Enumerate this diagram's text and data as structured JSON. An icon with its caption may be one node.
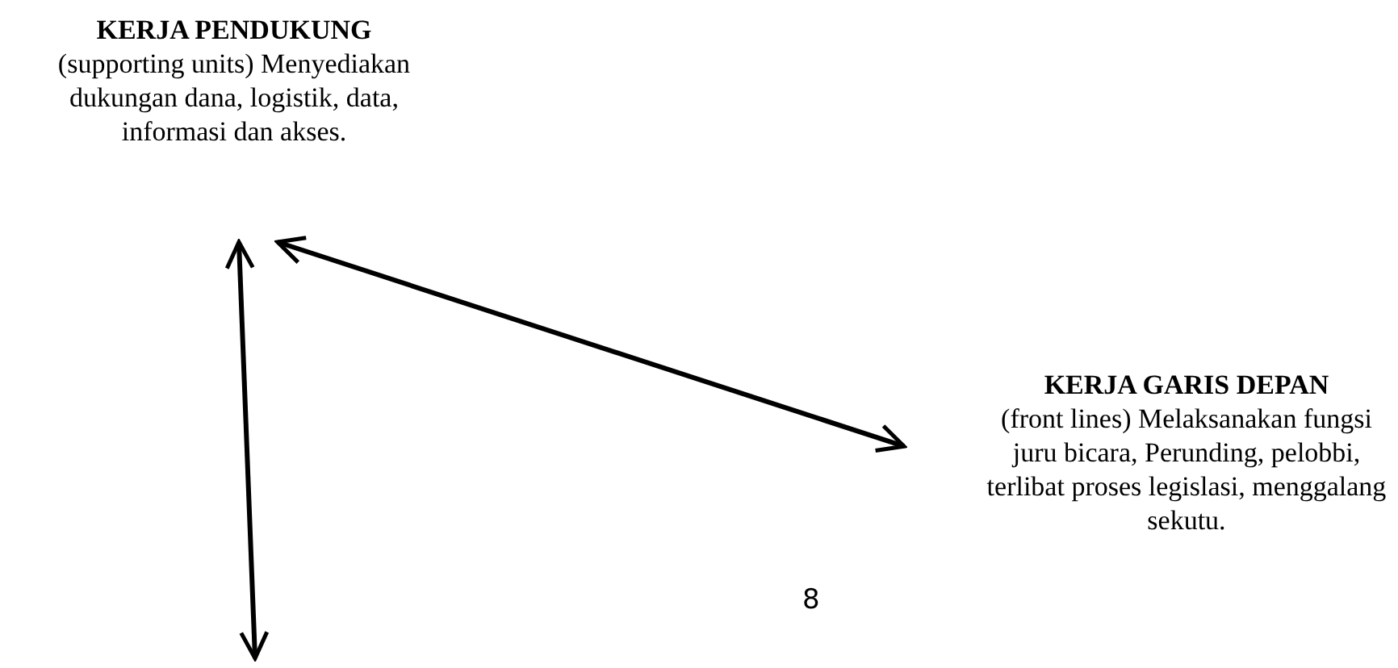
{
  "diagram": {
    "nodes": [
      {
        "text": [
          "KERJA PENDUKUNG",
          "(supporting units) Menyediakan dukungan dana, logistik, data, informasi dan akses."
        ]
      },
      {
        "text": [
          "KERJA GARIS DEPAN",
          "(front lines) Melaksanakan fungsi juru bicara, Perunding, pelobbi, terlibat proses legislasi, menggalang sekutu."
        ]
      }
    ],
    "edges": [
      {
        "from": 0,
        "to": 1,
        "arrow": "both"
      },
      {
        "from": 0,
        "to": null,
        "arrow": "both"
      }
    ],
    "labels": [
      "8"
    ]
  }
}
